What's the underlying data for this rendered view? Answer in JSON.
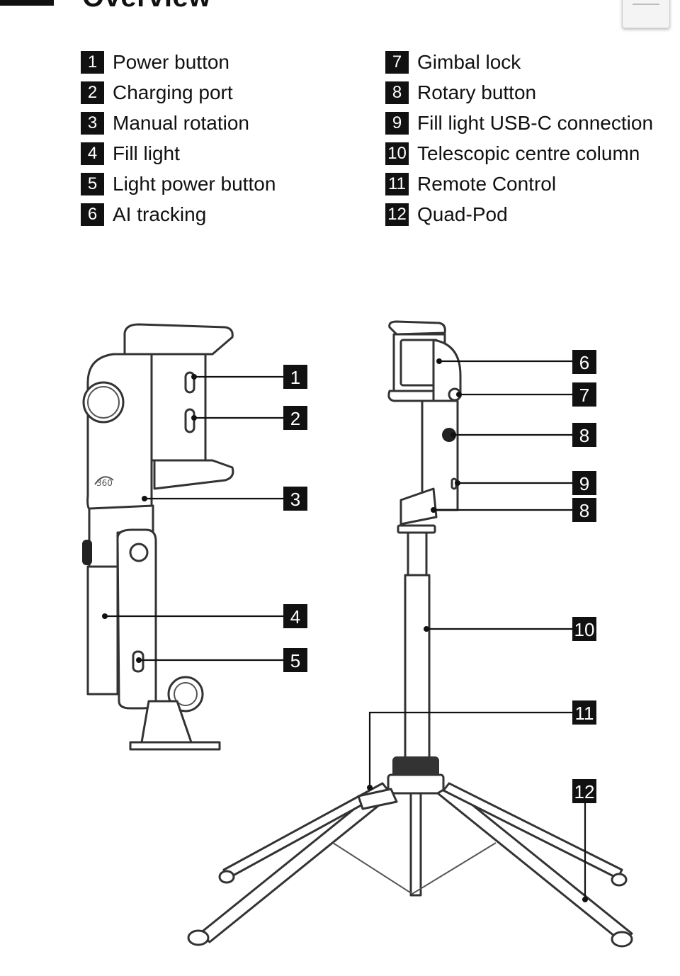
{
  "header": {
    "title": "Overview"
  },
  "legend": {
    "left": [
      {
        "num": "1",
        "label": "Power button"
      },
      {
        "num": "2",
        "label": "Charging port"
      },
      {
        "num": "3",
        "label": "Manual rotation"
      },
      {
        "num": "4",
        "label": "Fill light"
      },
      {
        "num": "5",
        "label": "Light power button"
      },
      {
        "num": "6",
        "label": "AI tracking"
      }
    ],
    "right": [
      {
        "num": "7",
        "label": "Gimbal lock"
      },
      {
        "num": "8",
        "label": "Rotary button"
      },
      {
        "num": "9",
        "label": "Fill light USB-C connection"
      },
      {
        "num": "10",
        "label": "Telescopic centre column"
      },
      {
        "num": "11",
        "label": "Remote Control"
      },
      {
        "num": "12",
        "label": "Quad-Pod"
      }
    ]
  },
  "callouts": {
    "c1": "1",
    "c2": "2",
    "c3": "3",
    "c4": "4",
    "c5": "5",
    "c6": "6",
    "c7": "7",
    "c8a": "8",
    "c9": "9",
    "c8b": "8",
    "c10": "10",
    "c11": "11",
    "c12": "12"
  },
  "icons": {
    "menu": "hamburger-menu-icon"
  }
}
